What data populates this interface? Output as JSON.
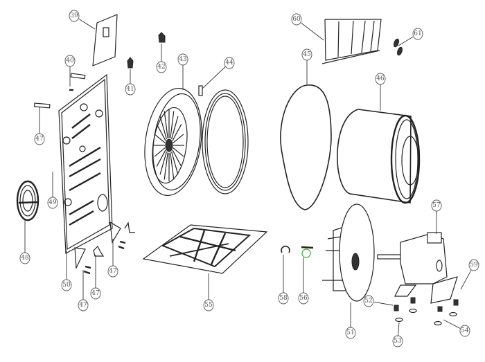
{
  "diagram": {
    "type": "exploded parts diagram",
    "callouts": [
      "39",
      "40",
      "41",
      "42",
      "43",
      "44",
      "47",
      "49",
      "48",
      "50",
      "47",
      "47",
      "47",
      "55",
      "60",
      "61",
      "45",
      "46",
      "57",
      "59",
      "52",
      "54",
      "53",
      "51",
      "58",
      "56"
    ]
  }
}
